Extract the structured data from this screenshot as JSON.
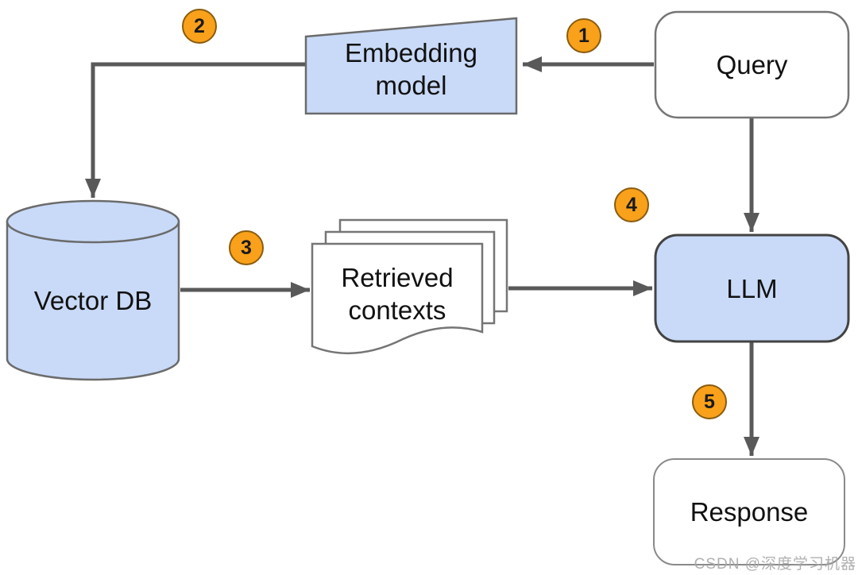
{
  "diagram": {
    "nodes": {
      "query": {
        "label": "Query",
        "shape": "rounded-rect",
        "fill": "#ffffff"
      },
      "embedding_model": {
        "label": "Embedding\nmodel",
        "shape": "manual-input",
        "fill": "#c9daf8"
      },
      "vector_db": {
        "label": "Vector DB",
        "shape": "cylinder",
        "fill": "#c9daf8"
      },
      "retrieved_contexts": {
        "label": "Retrieved\ncontexts",
        "shape": "stacked-documents",
        "fill": "#ffffff"
      },
      "llm": {
        "label": "LLM",
        "shape": "rounded-rect",
        "fill": "#c9daf8"
      },
      "response": {
        "label": "Response",
        "shape": "rounded-rect",
        "fill": "#ffffff"
      }
    },
    "steps": [
      {
        "num": "1",
        "from": "Query",
        "to": "Embedding model"
      },
      {
        "num": "2",
        "from": "Embedding model",
        "to": "Vector DB"
      },
      {
        "num": "3",
        "from": "Vector DB",
        "to": "Retrieved contexts"
      },
      {
        "num": "4",
        "from": "Retrieved contexts",
        "to": "LLM"
      },
      {
        "num": "5",
        "from": "LLM",
        "to": "Response"
      }
    ],
    "watermark": "CSDN @深度学习机器",
    "colors": {
      "node_fill_blue": "#c9daf8",
      "node_fill_white": "#ffffff",
      "node_border_gray": "#6b6b6b",
      "llm_border_dark": "#434343",
      "arrow_gray": "#595959",
      "badge_orange": "#f9a11b",
      "badge_border_brown": "#8a5c0e",
      "watermark_gray": "#a8a8a8"
    }
  }
}
